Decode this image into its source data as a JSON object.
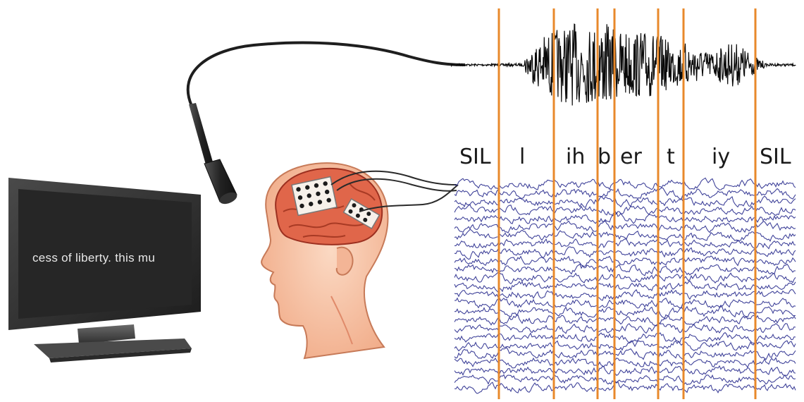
{
  "monitor": {
    "screen_text": "cess of liberty. this mu"
  },
  "phonemes": [
    "SIL",
    "l",
    "ih",
    "b",
    "er",
    "t",
    "iy",
    "SIL"
  ],
  "colors": {
    "marker_line": "#e8892b",
    "eeg_trace": "#2b2f8f",
    "waveform": "#0a0a0a",
    "cable": "#1e1e1e",
    "monitor_body": "#3a3a3a",
    "monitor_screen": "#262626",
    "head_skin": "#f6c6a8",
    "brain": "#e0664a"
  },
  "icons": [
    "microphone-icon",
    "computer-monitor-icon",
    "human-head-icon",
    "electrode-grid-icon"
  ]
}
